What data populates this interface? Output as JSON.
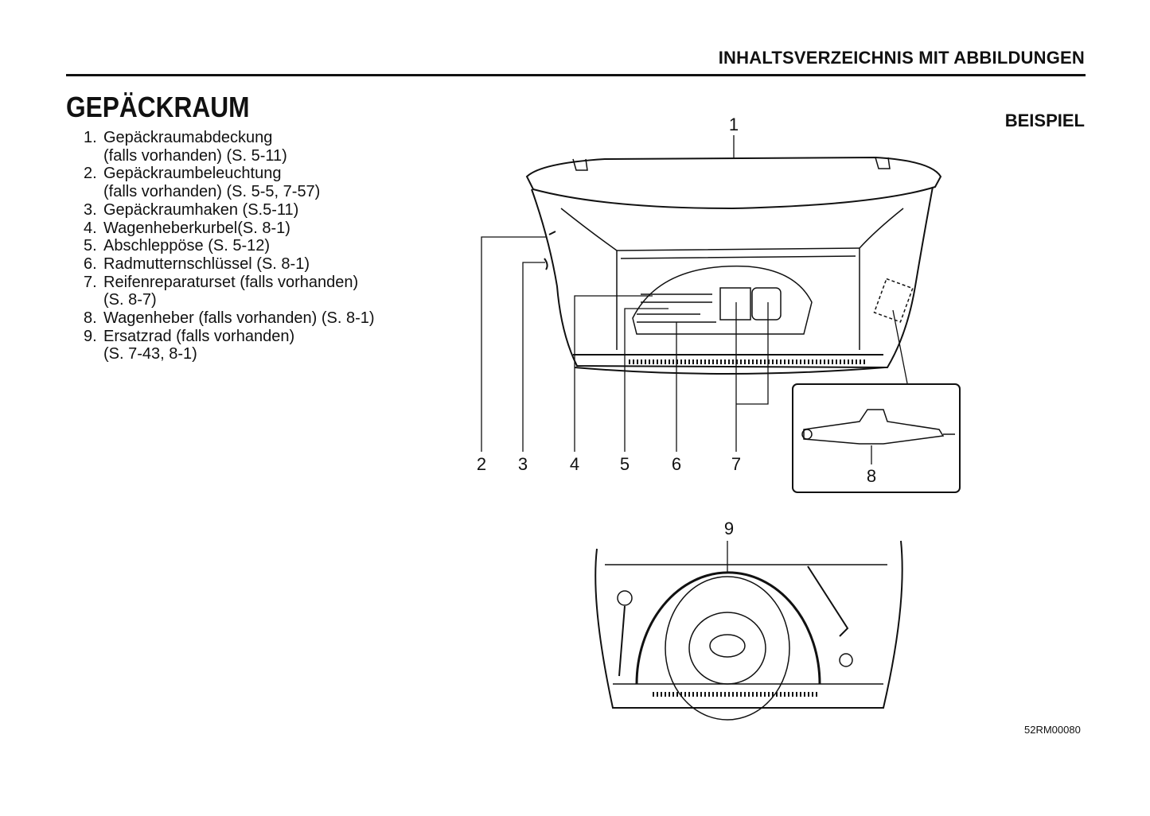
{
  "header": {
    "section": "INHALTSVERZEICHNIS MIT ABBILDUNGEN"
  },
  "page_title": "GEPÄCKRAUM",
  "example_label": "BEISPIEL",
  "items": [
    {
      "num": "1.",
      "text": "Gepäckraumabdeckung",
      "cont": "(falls vorhanden) (S. 5-11)"
    },
    {
      "num": "2.",
      "text": "Gepäckraumbeleuchtung",
      "cont": "(falls vorhanden) (S. 5-5, 7-57)"
    },
    {
      "num": "3.",
      "text": "Gepäckraumhaken (S.5-11)"
    },
    {
      "num": "4.",
      "text": "Wagenheberkurbel(S. 8-1)"
    },
    {
      "num": "5.",
      "text": "Abschleppöse (S. 5-12)"
    },
    {
      "num": "6.",
      "text": "Radmutternschlüssel (S. 8-1)"
    },
    {
      "num": "7.",
      "text": "Reifenreparaturset (falls vorhanden)",
      "cont": "(S. 8-7)"
    },
    {
      "num": "8.",
      "text": "Wagenheber (falls vorhanden) (S. 8-1)"
    },
    {
      "num": "9.",
      "text": "Ersatzrad (falls vorhanden)",
      "cont": "(S. 7-43, 8-1)"
    }
  ],
  "callouts": [
    "1",
    "2",
    "3",
    "4",
    "5",
    "6",
    "7",
    "8",
    "9"
  ],
  "figure_code": "52RM00080"
}
